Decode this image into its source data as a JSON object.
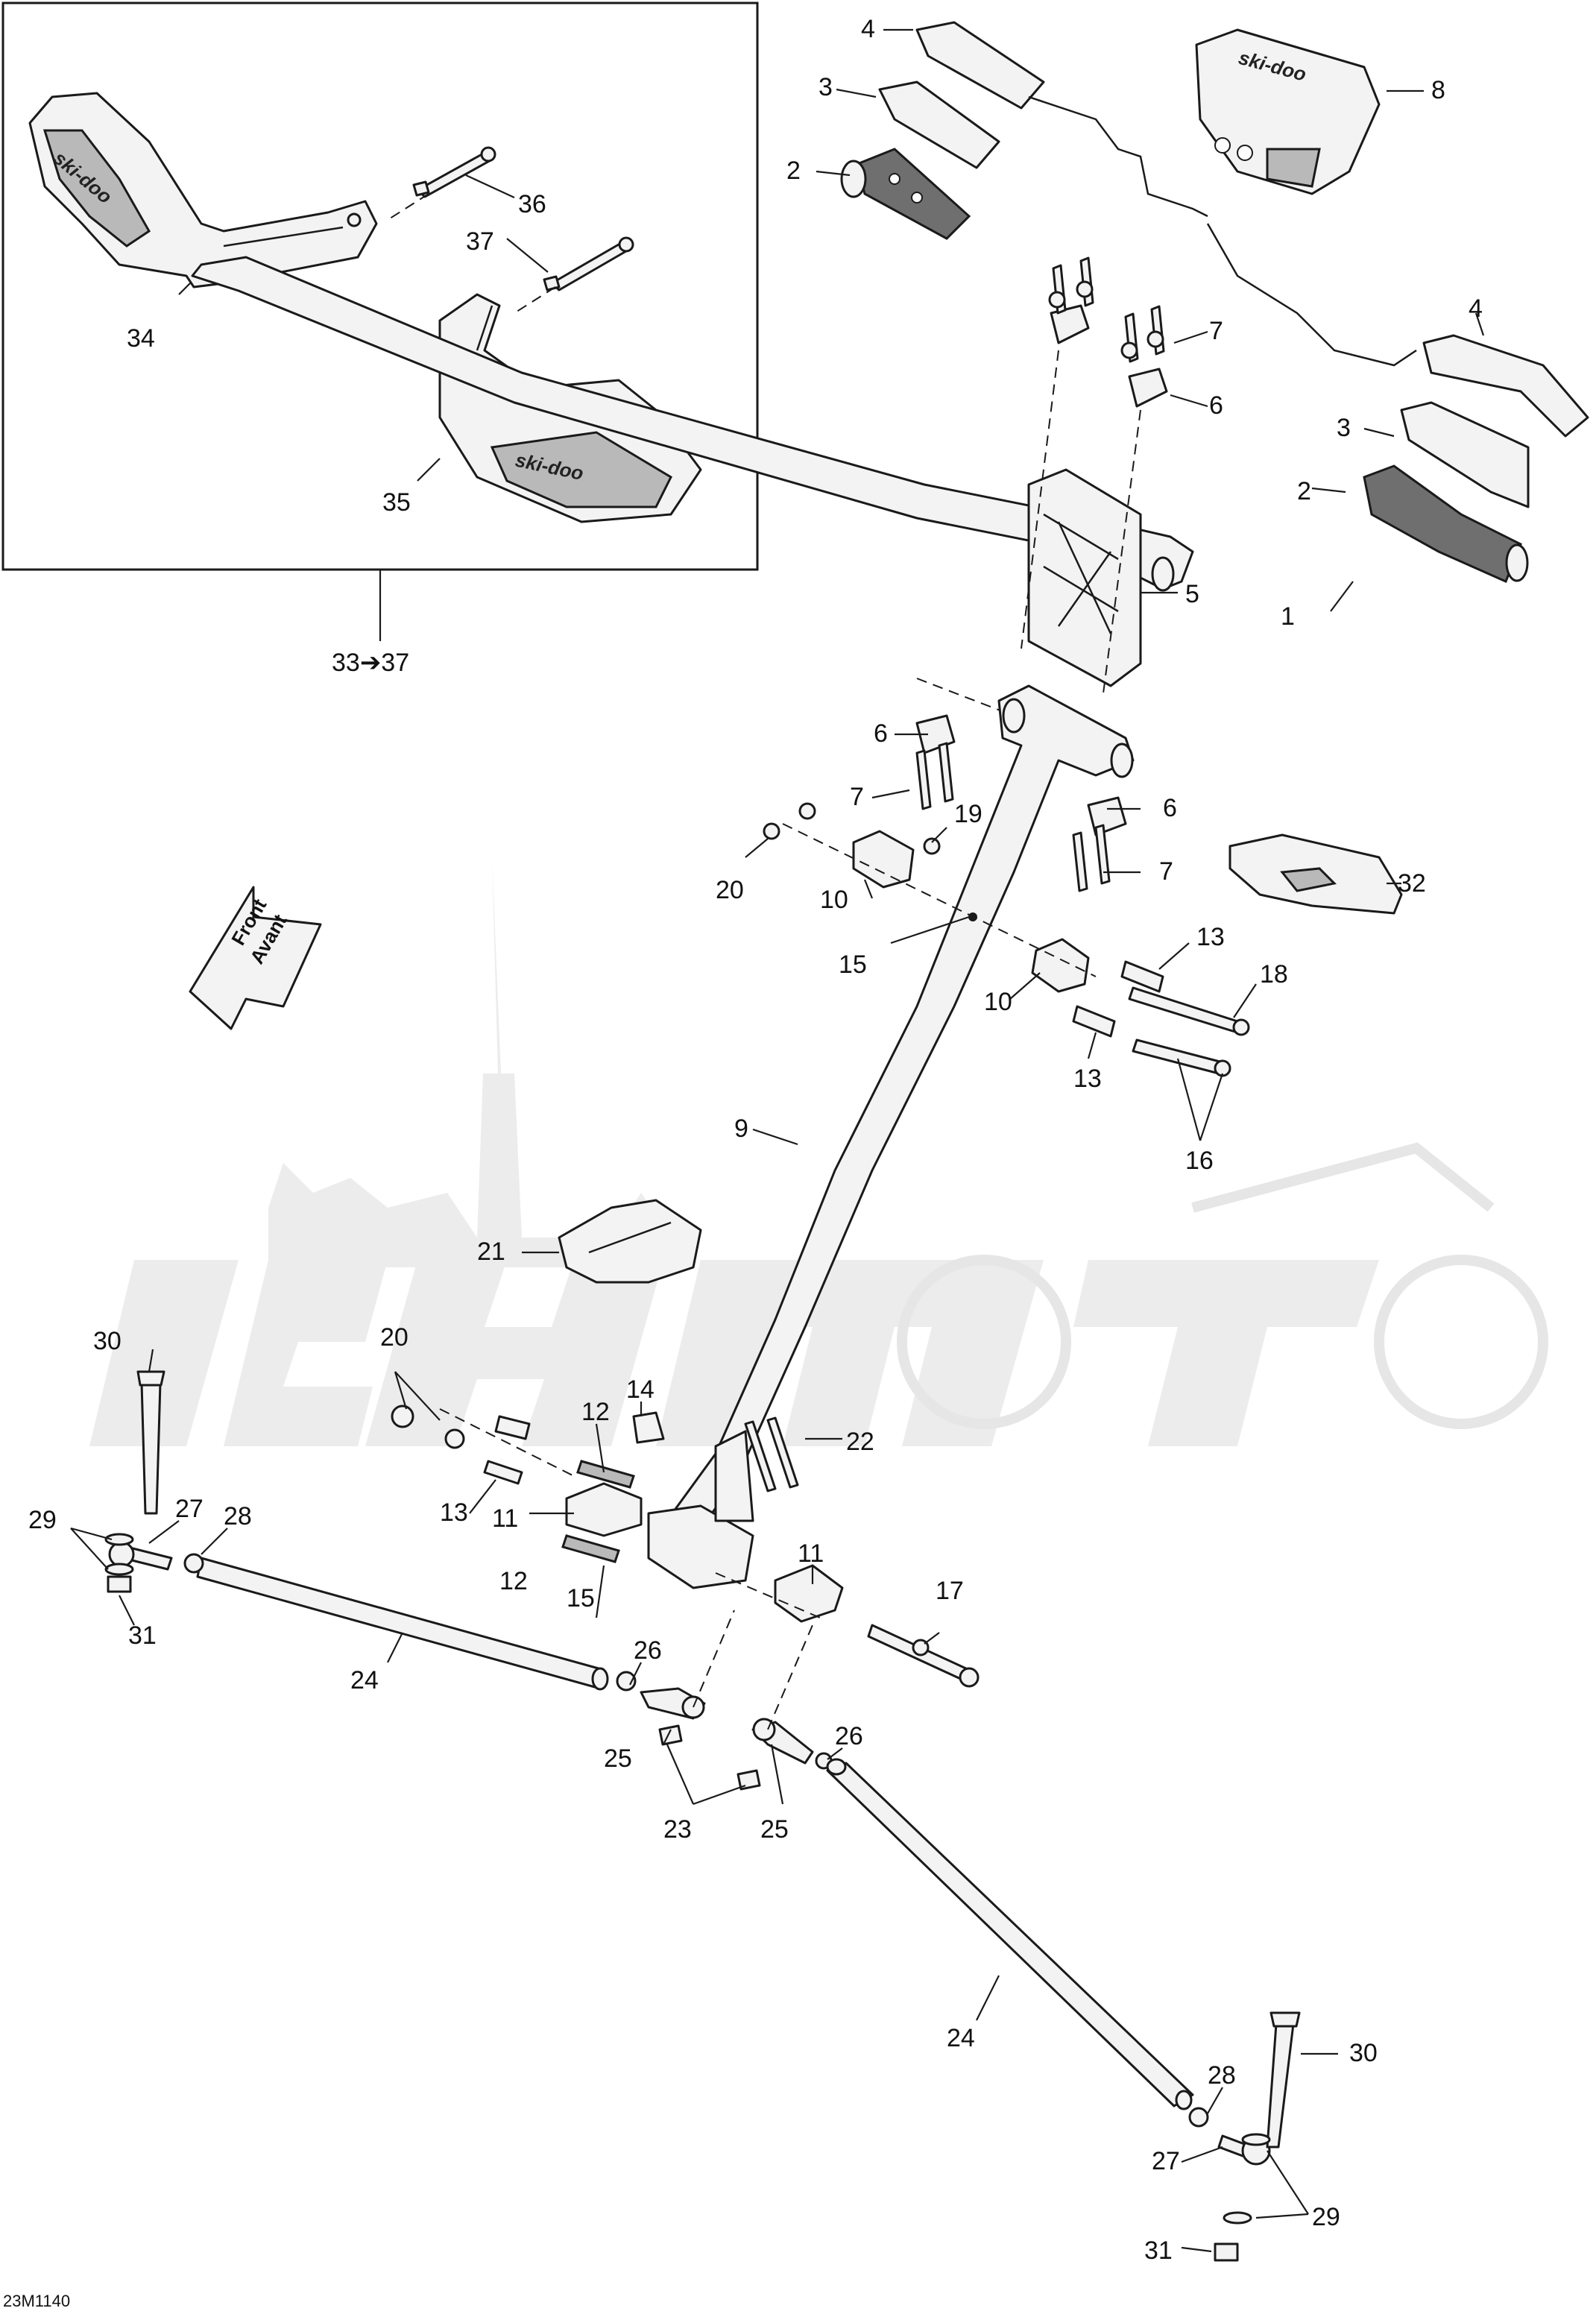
{
  "diagram": {
    "drawing_code": "23M1140",
    "kit_label": "33➔37",
    "front_arrow": {
      "line1": "Front",
      "line2": "Avant"
    },
    "brand_logo_text": "ski-doo",
    "callouts": {
      "c1": "1",
      "c2a": "2",
      "c2b": "2",
      "c3a": "3",
      "c3b": "3",
      "c4a": "4",
      "c4b": "4",
      "c5": "5",
      "c6a": "6",
      "c6b": "6",
      "c6c": "6",
      "c7a": "7",
      "c7b": "7",
      "c7c": "7",
      "c8": "8",
      "c9": "9",
      "c10a": "10",
      "c10b": "10",
      "c11a": "11",
      "c11b": "11",
      "c12a": "12",
      "c12b": "12",
      "c13a": "13",
      "c13b": "13",
      "c13c": "13",
      "c14": "14",
      "c15a": "15",
      "c15b": "15",
      "c16": "16",
      "c17": "17",
      "c18": "18",
      "c19": "19",
      "c20a": "20",
      "c20b": "20",
      "c21": "21",
      "c22": "22",
      "c23": "23",
      "c24a": "24",
      "c24b": "24",
      "c25a": "25",
      "c25b": "25",
      "c26a": "26",
      "c26b": "26",
      "c27a": "27",
      "c27b": "27",
      "c28a": "28",
      "c28b": "28",
      "c29a": "29",
      "c29b": "29",
      "c30a": "30",
      "c30b": "30",
      "c31a": "31",
      "c31b": "31",
      "c32": "32",
      "c34": "34",
      "c35": "35",
      "c36": "36",
      "c37": "37"
    }
  }
}
